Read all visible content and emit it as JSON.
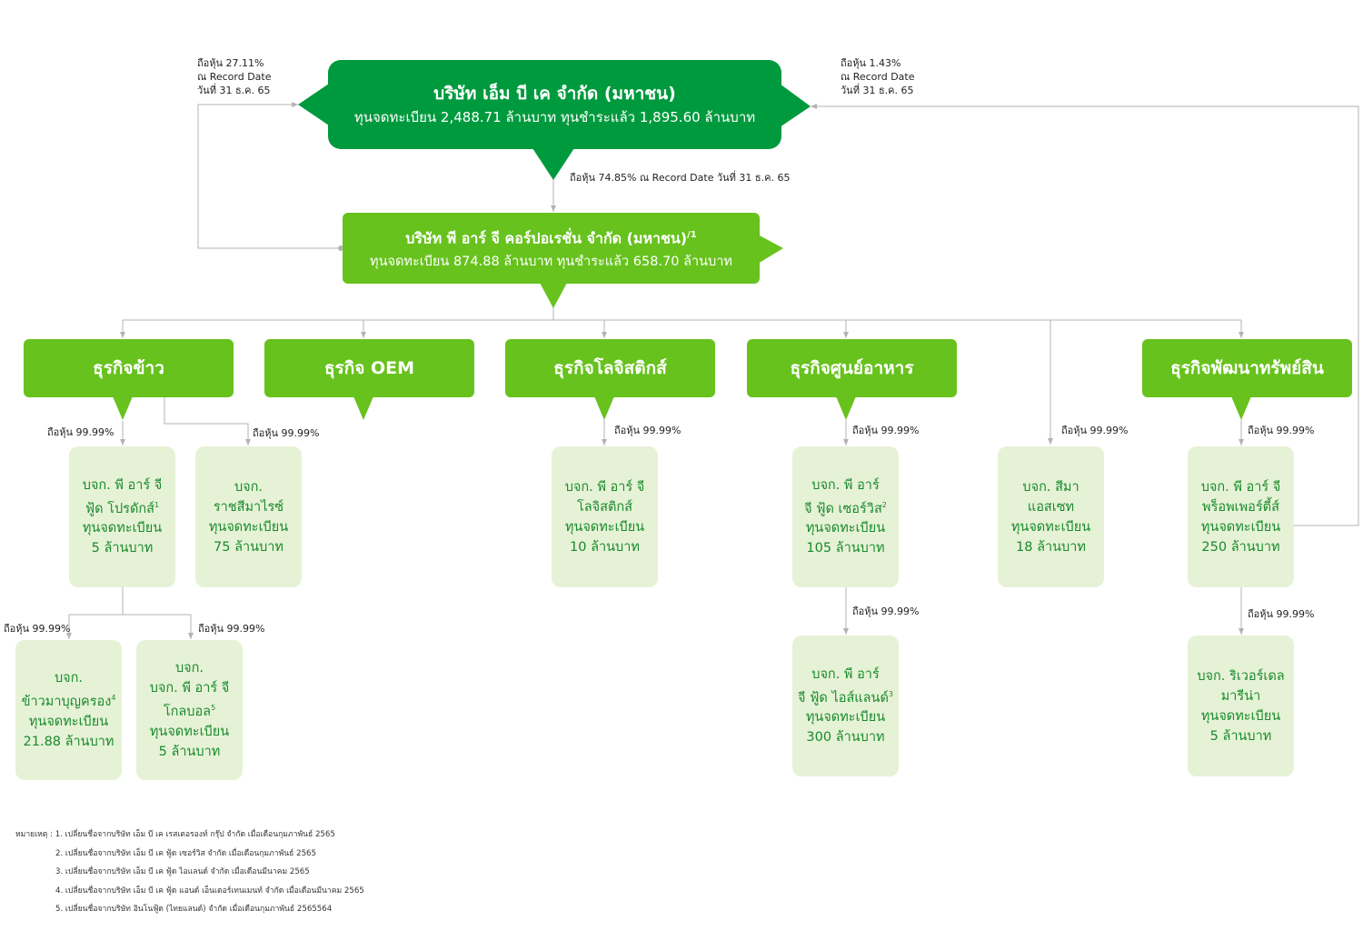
{
  "top_company": {
    "name": "บริษัท เอ็ม บี เค จำกัด (มหาชน)",
    "capital": "ทุนจดทะเบียน 2,488.71 ล้านบาท ทุนชำระแล้ว 1,895.60 ล้านบาท"
  },
  "mid_company": {
    "name": "บริษัท พี อาร์ จี คอร์ปอเรชั่น จำกัด (มหาชน)",
    "note_ref": "/1",
    "capital": "ทุนจดทะเบียน 874.88 ล้านบาท ทุนชำระแล้ว 658.70 ล้านบาท"
  },
  "shareholding_labels": {
    "left_cross": [
      "ถือหุ้น 27.11%",
      "ณ Record Date",
      "วันที่ 31 ธ.ค. 65"
    ],
    "right_cross": [
      "ถือหุ้น 1.43%",
      "ณ Record Date",
      "วันที่ 31 ธ.ค. 65"
    ],
    "mbk_to_prg": "ถือหุ้น 74.85%  ณ Record Date วันที่ 31 ธ.ค. 65",
    "pct": "ถือหุ้น 99.99%"
  },
  "business_units": {
    "rice": "ธุรกิจข้าว",
    "oem": "ธุรกิจ OEM",
    "logistics": "ธุรกิจโลจิสติกส์",
    "food_center": "ธุรกิจศูนย์อาหาร",
    "property": "ธุรกิจพัฒนาทรัพย์สิน"
  },
  "subsidiaries": {
    "prg_food_products": {
      "lines": [
        "บจก. พี อาร์ จี",
        "ฟู้ด โปรดักส์",
        "ทุนจดทะเบียน",
        "5 ล้านบาท"
      ],
      "ref": "1"
    },
    "ratchasima_rice": {
      "lines": [
        "บจก.",
        "ราชสีมาไรซ์",
        "ทุนจดทะเบียน",
        "75 ล้านบาท"
      ]
    },
    "prg_logistics": {
      "lines": [
        "บจก. พี อาร์ จี",
        "โลจิสติกส์",
        "ทุนจดทะเบียน",
        "10 ล้านบาท"
      ]
    },
    "prg_food_service": {
      "lines": [
        "บจก. พี อาร์",
        "จี ฟู้ด เซอร์วิส",
        "ทุนจดทะเบียน",
        "105 ล้านบาท"
      ],
      "ref": "2"
    },
    "sima_asset": {
      "lines": [
        "บจก. สีมา",
        "แอสเซท",
        "ทุนจดทะเบียน",
        "18 ล้านบาท"
      ]
    },
    "prg_properties": {
      "lines": [
        "บจก. พี อาร์ จี",
        "พร็อพเพอร์ตี้ส์",
        "ทุนจดทะเบียน",
        "250 ล้านบาท"
      ]
    },
    "khaomabunkrong": {
      "lines": [
        "บจก.",
        "ข้าวมาบุญครอง",
        "ทุนจดทะเบียน",
        "21.88 ล้านบาท"
      ],
      "ref": "4"
    },
    "prg_global": {
      "lines": [
        "บจก.",
        "บจก. พี อาร์ จี",
        "โกลบอล",
        "ทุนจดทะเบียน",
        "5 ล้านบาท"
      ],
      "ref": "5"
    },
    "prg_food_island": {
      "lines": [
        "บจก. พี อาร์",
        "จี ฟู้ด ไอส์แลนด์",
        "ทุนจดทะเบียน",
        "300 ล้านบาท"
      ],
      "ref": "3"
    },
    "riverdale_marina": {
      "lines": [
        "บจก. ริเวอร์เดล",
        "มารีน่า",
        "ทุนจดทะเบียน",
        "5 ล้านบาท"
      ]
    }
  },
  "notes": {
    "label": "หมายเหตุ :",
    "items": [
      "1. เปลี่ยนชื่อจากบริษัท เอ็ม บี เค เรสเตอรองท์ กรุ๊ป จำกัด เมื่อเดือนกุมภาพันธ์ 2565",
      "2. เปลี่ยนชื่อจากบริษัท เอ็ม บี เค ฟู้ด เซอร์วิส จำกัด เมื่อเดือนกุมภาพันธ์ 2565",
      "3. เปลี่ยนชื่อจากบริษัท เอ็ม บี เค ฟู้ด ไอแลนด์ จำกัด เมื่อเดือนมีนาคม 2565",
      "4. เปลี่ยนชื่อจากบริษัท เอ็ม บี เค ฟู้ด แอนด์ เอ็นเตอร์เทนเมนท์ จำกัด เมื่อเดือนมีนาคม 2565",
      "5. เปลี่ยนชื่อจากบริษัท อินโนฟู้ด (ไทยแลนด์) จำกัด เมื่อเดือนกุมภาพันธ์ 2565564"
    ]
  },
  "colors": {
    "dark_green": "#009a3e",
    "green": "#67c21d",
    "pale_green": "#e6f2d6",
    "sub_text": "#188a2c",
    "line": "#b3b3b3"
  }
}
